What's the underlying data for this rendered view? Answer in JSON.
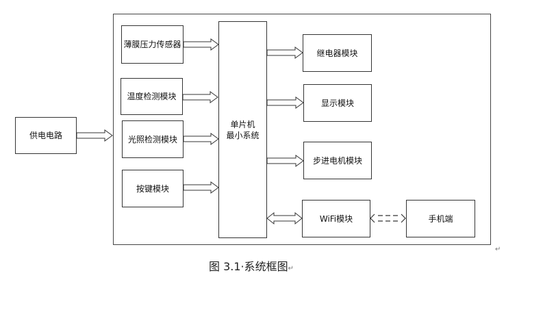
{
  "blocks": {
    "power": "供电电路",
    "pressure": "薄膜压力传感器",
    "temperature": "温度检测模块",
    "light": "光照检测模块",
    "keys": "按键模块",
    "mcu_line1": "单片机",
    "mcu_line2": "最小系统",
    "relay": "继电器模块",
    "display": "显示模块",
    "stepper": "步进电机模块",
    "wifi": "WiFi模块",
    "phone": "手机端"
  },
  "caption": "图 3.1·系统框图",
  "caption_mark": "↵",
  "frame_mark": "↵"
}
